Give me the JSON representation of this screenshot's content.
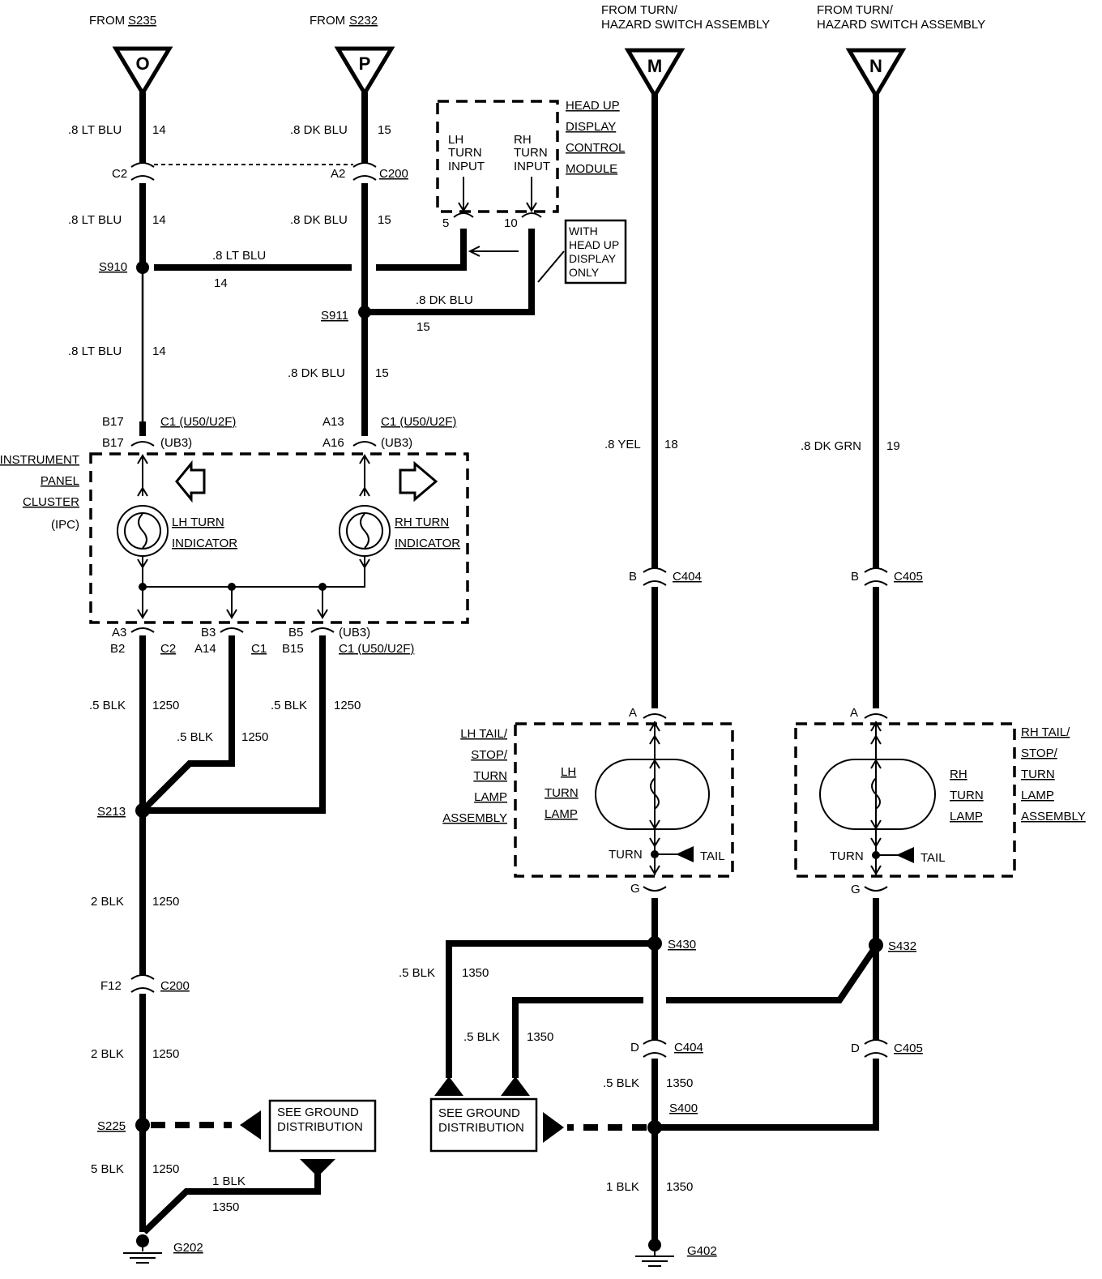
{
  "sources": {
    "o": {
      "from_prefix": "FROM",
      "from_ref": "S235",
      "letter": "O"
    },
    "p": {
      "from_prefix": "FROM",
      "from_ref": "S232",
      "letter": "P"
    },
    "m": {
      "from_line1": "FROM TURN/",
      "from_line2": "HAZARD SWITCH ASSEMBLY",
      "letter": "M"
    },
    "n": {
      "from_line1": "FROM TURN/",
      "from_line2": "HAZARD SWITCH ASSEMBLY",
      "letter": "N"
    }
  },
  "wires": {
    "o_top": {
      "gauge": ".8 LT BLU",
      "circuit": "14"
    },
    "o_mid": {
      "gauge": ".8 LT BLU",
      "circuit": "14"
    },
    "o_branch": {
      "gauge": ".8 LT BLU",
      "circuit": "14"
    },
    "o_low": {
      "gauge": ".8 LT BLU",
      "circuit": "14"
    },
    "p_top": {
      "gauge": ".8 DK BLU",
      "circuit": "15"
    },
    "p_mid": {
      "gauge": ".8 DK BLU",
      "circuit": "15"
    },
    "p_branch": {
      "gauge": ".8 DK BLU",
      "circuit": "15"
    },
    "p_low": {
      "gauge": ".8 DK BLU",
      "circuit": "15"
    },
    "m_main": {
      "gauge": ".8 YEL",
      "circuit": "18"
    },
    "n_main": {
      "gauge": ".8 DK GRN",
      "circuit": "19"
    },
    "gnd_left1": {
      "gauge": ".5 BLK",
      "circuit": "1250"
    },
    "gnd_mid1": {
      "gauge": ".5 BLK",
      "circuit": "1250"
    },
    "gnd_right1": {
      "gauge": ".5 BLK",
      "circuit": "1250"
    },
    "gnd_s213_down": {
      "gauge": "2 BLK",
      "circuit": "1250"
    },
    "gnd_c200_down": {
      "gauge": "2 BLK",
      "circuit": "1250"
    },
    "gnd_s225_down": {
      "gauge": "5 BLK",
      "circuit": "1250"
    },
    "gnd_1blk": {
      "gauge": "1 BLK",
      "circuit": "1350"
    },
    "s430_left": {
      "gauge": ".5 BLK",
      "circuit": "1350"
    },
    "s432_left": {
      "gauge": ".5 BLK",
      "circuit": "1350"
    },
    "c404_down": {
      "gauge": ".5 BLK",
      "circuit": "1350"
    },
    "s400_down": {
      "gauge": "1 BLK",
      "circuit": "1350"
    }
  },
  "connectors": {
    "c2_top": {
      "pin": "C2"
    },
    "c200_top": {
      "pin": "A2",
      "ref": "C200"
    },
    "ipc_in_left": {
      "pin1": "B17",
      "pin2": "B17",
      "ref1": "C1 (U50/U2F)",
      "ref2": "(UB3)"
    },
    "ipc_in_right": {
      "pin1": "A13",
      "pin2": "A16",
      "ref1": "C1 (U50/U2F)",
      "ref2": "(UB3)"
    },
    "ipc_out_a": {
      "pin1": "A3",
      "pin2": "B2",
      "ref": "C2"
    },
    "ipc_out_b": {
      "pin1": "B3",
      "pin2": "A14",
      "ref": "C1"
    },
    "ipc_out_c": {
      "pin1": "B5",
      "pin2": "B15",
      "ref1": "(UB3)",
      "ref2": "C1 (U50/U2F)"
    },
    "hud_pin5": {
      "pin": "5"
    },
    "hud_pin10": {
      "pin": "10"
    },
    "c404_top": {
      "pin": "B",
      "ref": "C404"
    },
    "c405_top": {
      "pin": "B",
      "ref": "C405"
    },
    "lh_lamp_in": {
      "pin": "A"
    },
    "rh_lamp_in": {
      "pin": "A"
    },
    "lh_lamp_out": {
      "pin": "G"
    },
    "rh_lamp_out": {
      "pin": "G"
    },
    "c200_low": {
      "pin": "F12",
      "ref": "C200"
    },
    "c404_low": {
      "pin": "D",
      "ref": "C404"
    },
    "c405_low": {
      "pin": "D",
      "ref": "C405"
    }
  },
  "splices": {
    "s910": "S910",
    "s911": "S911",
    "s213": "S213",
    "s225": "S225",
    "s430": "S430",
    "s432": "S432",
    "s400": "S400"
  },
  "grounds": {
    "g202": "G202",
    "g402": "G402"
  },
  "hud_module": {
    "title1": "HEAD UP",
    "title2": "DISPLAY",
    "title3": "CONTROL",
    "title4": "MODULE",
    "lh1": "LH",
    "lh2": "TURN",
    "lh3": "INPUT",
    "rh1": "RH",
    "rh2": "TURN",
    "rh3": "INPUT"
  },
  "hud_note": {
    "line1": "WITH",
    "line2": "HEAD UP",
    "line3": "DISPLAY",
    "line4": "ONLY"
  },
  "ipc": {
    "title1": "INSTRUMENT",
    "title2": "PANEL",
    "title3": "CLUSTER",
    "title4": "(IPC)",
    "lh1": "LH TURN",
    "lh2": "INDICATOR",
    "rh1": "RH TURN",
    "rh2": "INDICATOR"
  },
  "lh_lamp": {
    "title1": "LH TAIL/",
    "title2": "STOP/",
    "title3": "TURN",
    "title4": "LAMP",
    "title5": "ASSEMBLY",
    "inner1": "LH",
    "inner2": "TURN",
    "inner3": "LAMP",
    "turn": "TURN",
    "tail": "TAIL"
  },
  "rh_lamp": {
    "title1": "RH TAIL/",
    "title2": "STOP/",
    "title3": "TURN",
    "title4": "LAMP",
    "title5": "ASSEMBLY",
    "inner1": "RH",
    "inner2": "TURN",
    "inner3": "LAMP",
    "turn": "TURN",
    "tail": "TAIL"
  },
  "ground_dist_left": {
    "line1": "SEE GROUND",
    "line2": "DISTRIBUTION"
  },
  "ground_dist_right": {
    "line1": "SEE GROUND",
    "line2": "DISTRIBUTION"
  }
}
